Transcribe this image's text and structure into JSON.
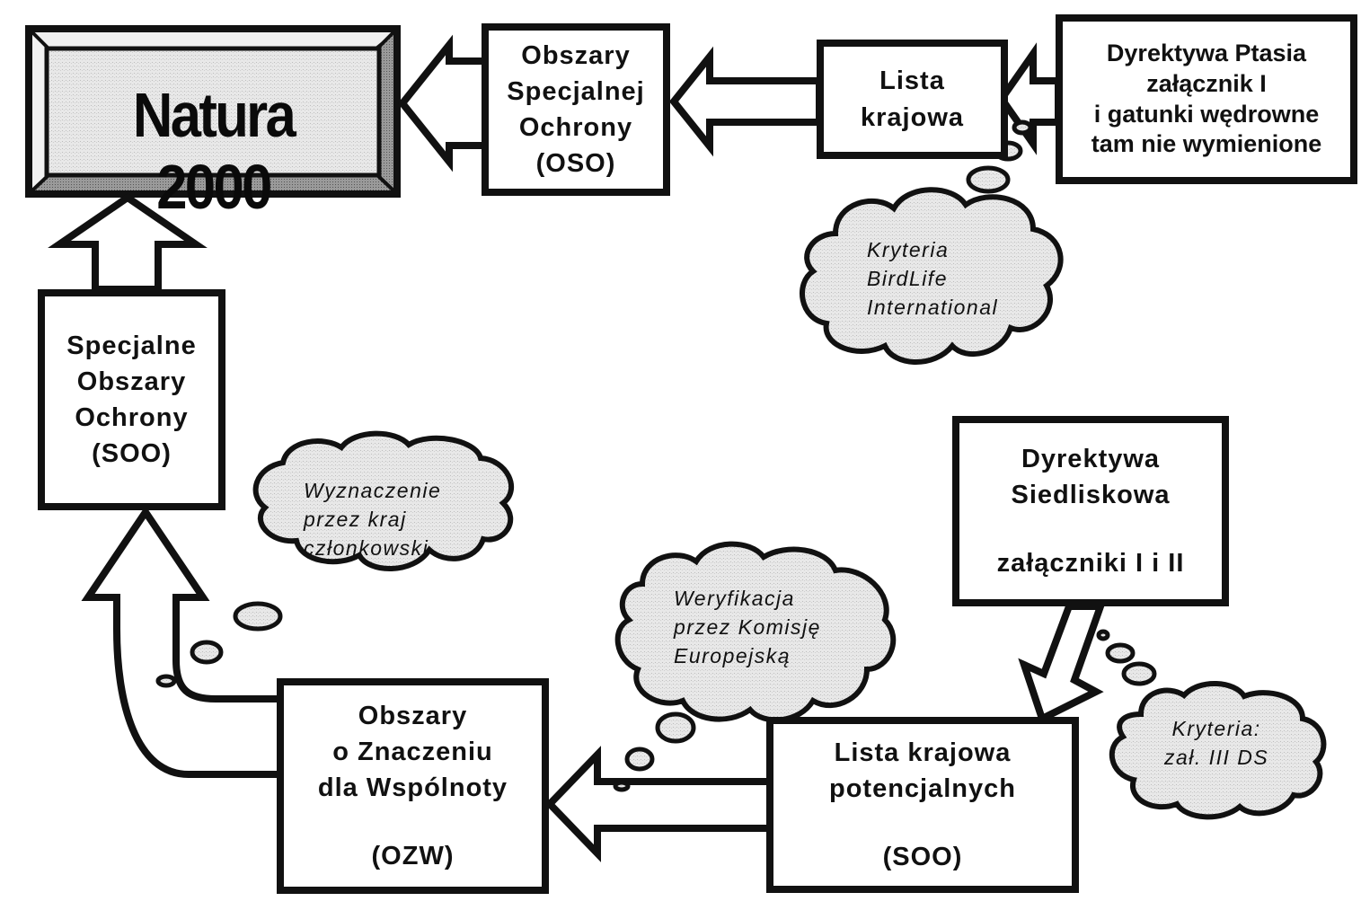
{
  "diagram": {
    "title": "Natura 2000",
    "nodes": {
      "natura": {
        "label": "Natura 2000"
      },
      "oso": {
        "lines": [
          "Obszary",
          "Specjalnej",
          "Ochrony",
          "(OSO)"
        ]
      },
      "lista_krajowa": {
        "lines": [
          "Lista",
          "krajowa"
        ]
      },
      "dyrektywa_ptasia": {
        "lines": [
          "Dyrektywa Ptasia",
          "załącznik I",
          "i gatunki wędrowne",
          "tam nie wymienione"
        ]
      },
      "soo": {
        "lines": [
          "Specjalne",
          "Obszary",
          "Ochrony",
          "(SOO)"
        ]
      },
      "dyrektywa_siedliskowa": {
        "lines": [
          "Dyrektywa",
          "Siedliskowa",
          "załączniki I i II"
        ]
      },
      "ozw": {
        "lines": [
          "Obszary",
          "o Znaczeniu",
          "dla Wspólnoty",
          "(OZW)"
        ]
      },
      "lista_potencjalnych": {
        "lines": [
          "Lista krajowa",
          "potencjalnych",
          "(SOO)"
        ]
      }
    },
    "clouds": {
      "birdlife": {
        "lines": [
          "Kryteria",
          "BirdLife",
          "International"
        ]
      },
      "wyznaczenie": {
        "lines": [
          "Wyznaczenie",
          "przez kraj",
          "członkowski"
        ]
      },
      "weryfikacja": {
        "lines": [
          "Weryfikacja",
          "przez Komisję",
          "Europejską"
        ]
      },
      "kryteria_ds": {
        "lines": [
          "Kryteria:",
          "zał. III DS"
        ]
      }
    },
    "colors": {
      "ink": "#111111",
      "paper": "#ffffff",
      "cloud_fill": "#e6e6e6",
      "bevel_light": "#e2e2e2",
      "bevel_dark": "#8a8a8a"
    }
  }
}
